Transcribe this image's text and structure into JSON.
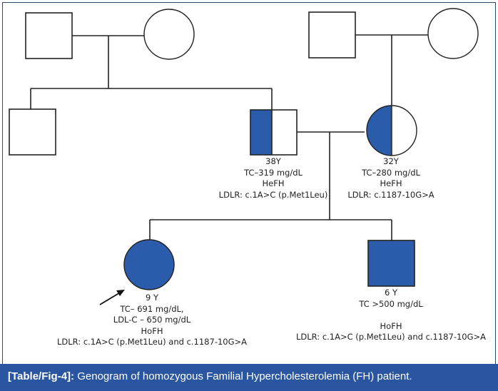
{
  "colors": {
    "affected": "#2a5cab",
    "line": "#222222",
    "caption_bg": "#2a55a0",
    "frame": "#2a4a6e"
  },
  "pedigree": {
    "generation1": [
      {
        "id": "paternal-grandfather",
        "sex": "male",
        "status": "unaffected"
      },
      {
        "id": "paternal-grandmother",
        "sex": "female",
        "status": "unaffected"
      },
      {
        "id": "maternal-grandfather",
        "sex": "male",
        "status": "unaffected"
      },
      {
        "id": "maternal-grandmother",
        "sex": "female",
        "status": "unaffected"
      }
    ],
    "generation2": [
      {
        "id": "paternal-uncle",
        "sex": "male",
        "status": "unaffected"
      },
      {
        "id": "father",
        "sex": "male",
        "status": "heterozygous",
        "labels": [
          "38Y",
          "TC–319 mg/dL",
          "HeFH",
          "LDLR: c.1A>C (p.Met1Leu)"
        ]
      },
      {
        "id": "mother",
        "sex": "female",
        "status": "heterozygous",
        "labels": [
          "32Y",
          "TC–280 mg/dL",
          "HeFH",
          "LDLR: c.1187-10G>A"
        ]
      }
    ],
    "generation3": [
      {
        "id": "proband",
        "sex": "female",
        "status": "affected",
        "proband": true,
        "labels": [
          "9 Y",
          "TC– 691 mg/dL,",
          "LDL-C – 650 mg/dL",
          "HoFH",
          "LDLR: c.1A>C (p.Met1Leu) and c.1187-10G>A"
        ]
      },
      {
        "id": "brother",
        "sex": "male",
        "status": "affected",
        "labels": [
          "6 Y",
          "TC >500 mg/dL",
          "",
          "HoFH",
          "LDLR: c.1A>C (p.Met1Leu) and c.1187-10G>A"
        ]
      }
    ]
  },
  "caption": {
    "tag": "[Table/Fig-4]:",
    "text": " Genogram of homozygous Familial Hypercholesterolemia (FH) patient."
  }
}
